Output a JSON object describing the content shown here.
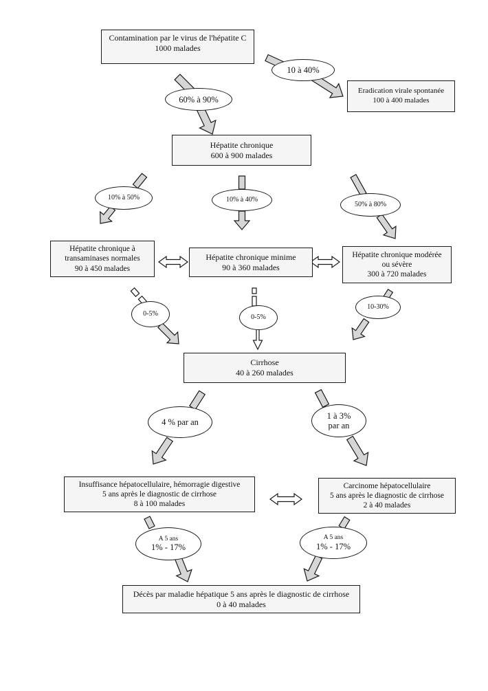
{
  "diagram": {
    "nodes": {
      "contamination": {
        "line1": "Contamination par le virus de l'hépatite C",
        "line2": "1000 malades"
      },
      "eradication": {
        "line1": "Eradication virale spontanée",
        "line2": "100 à 400 malades"
      },
      "hepatite_chronique": {
        "line1": "Hépatite chronique",
        "line2": "600 à 900 malades"
      },
      "transaminases_normales": {
        "line1": "Hépatite chronique à",
        "line2": "transaminases normales",
        "line3": "90 à 450 malades"
      },
      "chronique_minime": {
        "line1": "Hépatite chronique minime",
        "line2": "90 à 360 malades"
      },
      "moderee_severe": {
        "line1": "Hépatite chronique modérée",
        "line2": "ou sévère",
        "line3": "300 à 720 malades"
      },
      "cirrhose": {
        "line1": "Cirrhose",
        "line2": "40 à 260 malades"
      },
      "insuffisance": {
        "line1": "Insuffisance hépatocellulaire, hémorragie digestive",
        "line2": "5 ans après le diagnostic de cirrhose",
        "line3": "8 à 100 malades"
      },
      "carcinome": {
        "line1": "Carcinome hépatocellulaire",
        "line2": "5 ans après le diagnostic de cirrhose",
        "line3": "2 à 40 malades"
      },
      "deces": {
        "line1": "Décès par maladie hépatique 5 ans après le diagnostic de cirrhose",
        "line2": "0 à 40 malades"
      }
    },
    "labels": {
      "to_eradication": "10 à 40%",
      "to_chronique": "60% à 90%",
      "to_transaminases": "10% à 50%",
      "to_minime": "10% à 40%",
      "to_moderee": "50% à 80%",
      "transaminases_to_cirrhose": "0-5%",
      "minime_to_cirrhose": "0-5%",
      "moderee_to_cirrhose": "10-30%",
      "to_insuffisance": "4 % par an",
      "to_carcinome_line1": "1 à 3%",
      "to_carcinome_line2": "par an",
      "insuffisance_to_deces_line1": "A 5 ans",
      "insuffisance_to_deces_line2": "1% - 17%",
      "carcinome_to_deces_line1": "A 5 ans",
      "carcinome_to_deces_line2": "1% - 17%"
    },
    "colors": {
      "arrow_fill": "#d6d6d6",
      "box_fill": "#f5f5f5",
      "ellipse_fill": "#ffffff",
      "outline": "#1a1a1a",
      "page_bg": "#ffffff"
    }
  }
}
